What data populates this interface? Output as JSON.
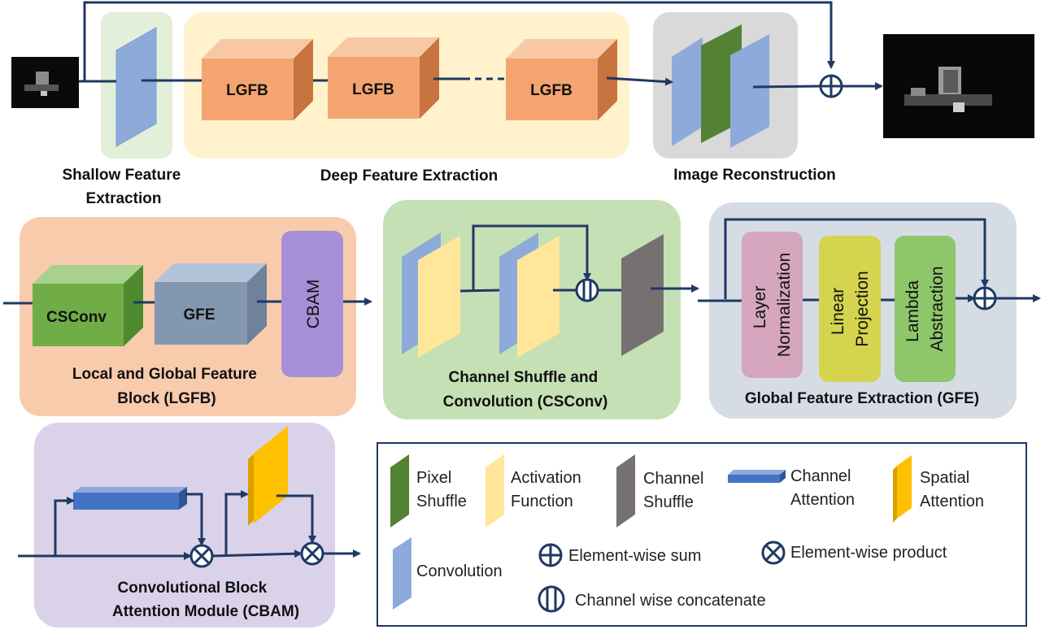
{
  "top_row": {
    "shallow_label": [
      "Shallow Feature",
      "Extraction"
    ],
    "deep_label": "Deep Feature Extraction",
    "recon_label": "Image Reconstruction",
    "lgfb_blocks": [
      "LGFB",
      "LGFB",
      "LGFB"
    ]
  },
  "lgfb_panel": {
    "title": [
      "Local and Global Feature",
      "Block (LGFB)"
    ],
    "csconv": "CSConv",
    "gfe": "GFE",
    "cbam": "CBAM"
  },
  "csconv_panel": {
    "title": [
      "Channel Shuffle and",
      "Convolution (CSConv)"
    ]
  },
  "gfe_panel": {
    "title": "Global Feature Extraction (GFE)",
    "layer_norm": [
      "Layer",
      "Normalization"
    ],
    "linear": [
      "Linear",
      "Projection"
    ],
    "lambda": [
      "Lambda",
      "Abstraction"
    ]
  },
  "cbam_panel": {
    "title": [
      "Convolutional Block",
      "Attention Module (CBAM)"
    ]
  },
  "legend": {
    "pixel_shuffle": [
      "Pixel",
      "Shuffle"
    ],
    "activation": [
      "Activation",
      "Function"
    ],
    "channel_shuffle": [
      "Channel",
      "Shuffle"
    ],
    "channel_attention": [
      "Channel",
      "Attention"
    ],
    "spatial_attention": [
      "Spatial",
      "Attention"
    ],
    "convolution": "Convolution",
    "sum": "Element-wise sum",
    "product": "Element-wise product",
    "concat": "Channel wise concatenate"
  },
  "colors": {
    "conv": "#8eaadb",
    "pixel_shuffle": "#548235",
    "activation": "#ffe699",
    "channel_shuffle": "#767171",
    "spatial": "#ffc000",
    "channel_attn": "#4472c4",
    "lgfb_block": "#f4a470",
    "line": "#1f3864"
  }
}
